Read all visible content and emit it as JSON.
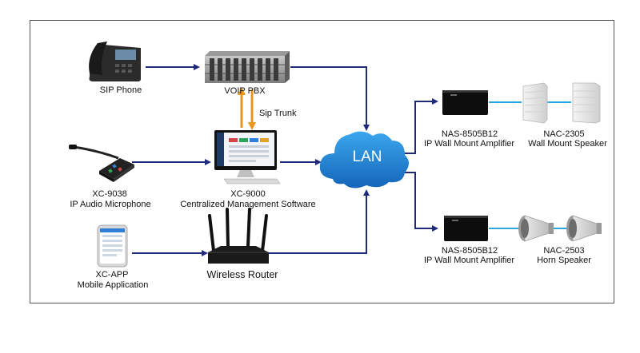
{
  "nodes": {
    "sip_phone": {
      "label": "SIP Phone"
    },
    "voip_pbx": {
      "label": "VOIP PBX"
    },
    "sip_trunk": {
      "label": "Sip Trunk"
    },
    "xc_9000": {
      "line1": "XC-9000",
      "line2": "Centralized Management Software"
    },
    "xc_9038": {
      "line1": "XC-9038",
      "line2": "IP Audio Microphone"
    },
    "xc_app": {
      "line1": "XC-APP",
      "line2": "Mobile Application"
    },
    "router": {
      "label": "Wireless Router"
    },
    "lan": {
      "label": "LAN"
    },
    "amp_top": {
      "line1": "NAS-8505B12",
      "line2": "IP Wall Mount  Amplifier"
    },
    "wall_speaker": {
      "line1": "NAC-2305",
      "line2": "Wall  Mount Speaker"
    },
    "amp_bottom": {
      "line1": "NAS-8505B12",
      "line2": "IP Wall Mount  Amplifier"
    },
    "horn_speaker": {
      "line1": "NAC-2503",
      "line2": "Horn Speaker"
    }
  },
  "colors": {
    "connector": "#1f2a7a",
    "speaker_link": "#2ba6d8",
    "sip_trunk": "#e8951e",
    "lan_cloud": "#1e7fd0"
  },
  "icons": [
    "desk-phone-icon",
    "pbx-rack-icon",
    "computer-monitor-icon",
    "gooseneck-microphone-icon",
    "smartphone-icon",
    "wireless-router-icon",
    "lan-cloud-icon",
    "amplifier-icon",
    "wall-speaker-icon",
    "horn-speaker-icon"
  ]
}
